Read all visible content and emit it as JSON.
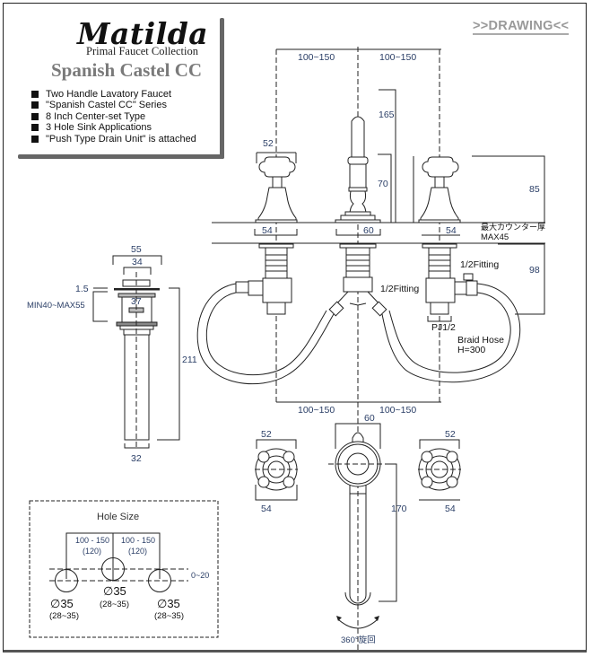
{
  "header": {
    "brand": "Matilda",
    "collection": "Primal Faucet Collection",
    "series": "Spanish Castel CC",
    "drawing_tag": ">>DRAWING<<",
    "features": [
      "Two Handle Lavatory Faucet",
      "\"Spanish Castel CC\" Series",
      "8 Inch Center-set Type",
      "3 Hole Sink Applications",
      "\"Push Type Drain Unit\" is attached"
    ]
  },
  "front_view": {
    "spacing_left": "100~150",
    "spacing_right": "100~150",
    "spout_height": "165",
    "spout_body_height": "70",
    "handle_width": "52",
    "handle_base_left": "54",
    "spout_base": "60",
    "handle_base_right": "54",
    "handle_height": "85",
    "counter_thickness_jp": "最大カウンター厚",
    "counter_thickness": "MAX45",
    "under_counter": "98",
    "fitting_left": "1/2Fitting",
    "fitting_right": "1/2Fitting",
    "connection": "PJ1/2",
    "hose_label": "Braid Hose",
    "hose_length": "H=300"
  },
  "drain_view": {
    "outer_width": "55",
    "inner_width": "34",
    "flange": "1.5",
    "body": "37",
    "range": "MIN40~MAX55",
    "height": "211",
    "pipe": "32"
  },
  "top_view": {
    "spacing_left": "100~150",
    "spacing_right": "100~150",
    "spout_width": "60",
    "handle_left_width": "52",
    "handle_left_base": "54",
    "handle_right_width": "52",
    "handle_right_base": "54",
    "spout_reach": "170",
    "rotation": "360°旋回"
  },
  "hole_size": {
    "title": "Hole Size",
    "spacing_left": "100 - 150",
    "spacing_left_typ": "(120)",
    "spacing_right": "100 - 150",
    "spacing_right_typ": "(120)",
    "offset": "0~20",
    "holes": [
      {
        "dia": "∅35",
        "range": "(28~35)"
      },
      {
        "dia": "∅35",
        "range": "(28~35)"
      },
      {
        "dia": "∅35",
        "range": "(28~35)"
      }
    ]
  }
}
